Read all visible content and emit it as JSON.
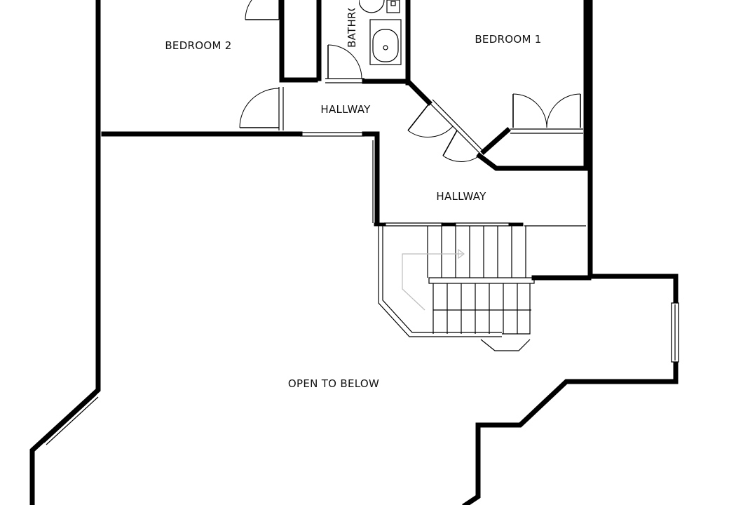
{
  "plan": {
    "rooms": {
      "bedroom2": "BEDROOM 2",
      "bathroom": "BATHROOM",
      "bedroom1": "BEDROOM 1",
      "hallway_upper": "HALLWAY",
      "hallway_lower": "HALLWAY",
      "open_to_below": "OPEN TO BELOW"
    },
    "colors": {
      "wall": "#000000",
      "background": "#ffffff",
      "stair_arrow": "#bdbdbd"
    }
  }
}
